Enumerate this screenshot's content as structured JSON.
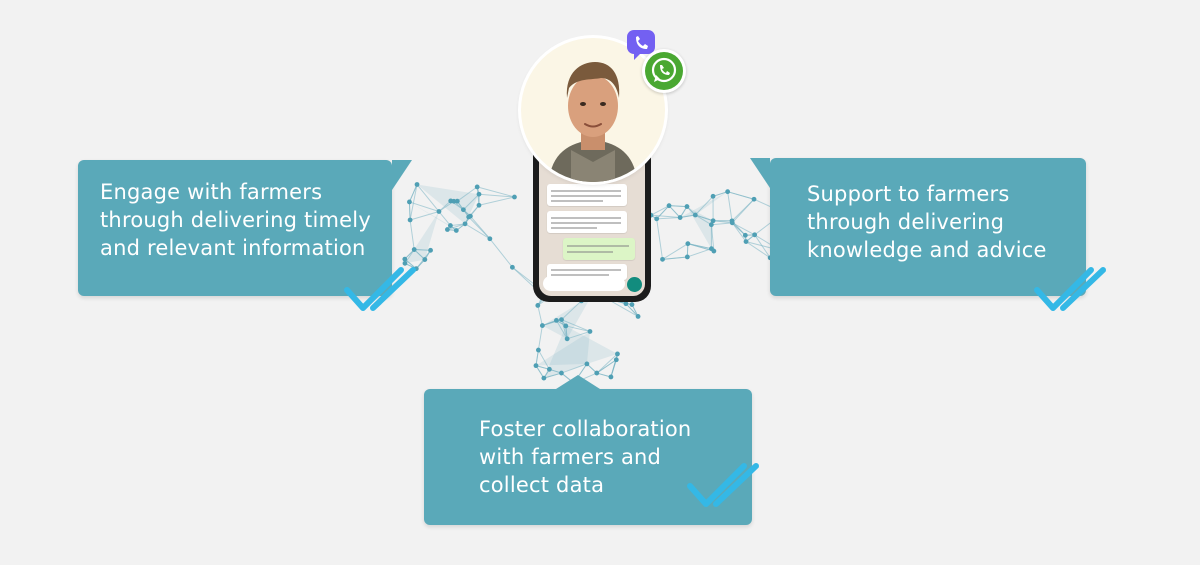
{
  "bubbles": {
    "left": {
      "text": "Engage with farmers\nthrough delivering timely\nand relevant information"
    },
    "right": {
      "text": "Support to farmers\nthrough delivering\nknowledge and advice"
    },
    "bottom": {
      "text": "Foster collaboration\nwith farmers and\ncollect data"
    }
  },
  "icons": {
    "phone": "smartphone-chat-icon",
    "avatar": "person-avatar",
    "viber": "viber-icon",
    "whatsapp": "whatsapp-icon",
    "check": "double-check-icon",
    "network": "network-mesh"
  },
  "colors": {
    "background": "#f2f2f2",
    "bubble": "#5aa9b9",
    "check": "#34b8e6",
    "mesh": "#7ab4c4",
    "viber": "#7360f2",
    "whatsapp": "#4aa832"
  }
}
